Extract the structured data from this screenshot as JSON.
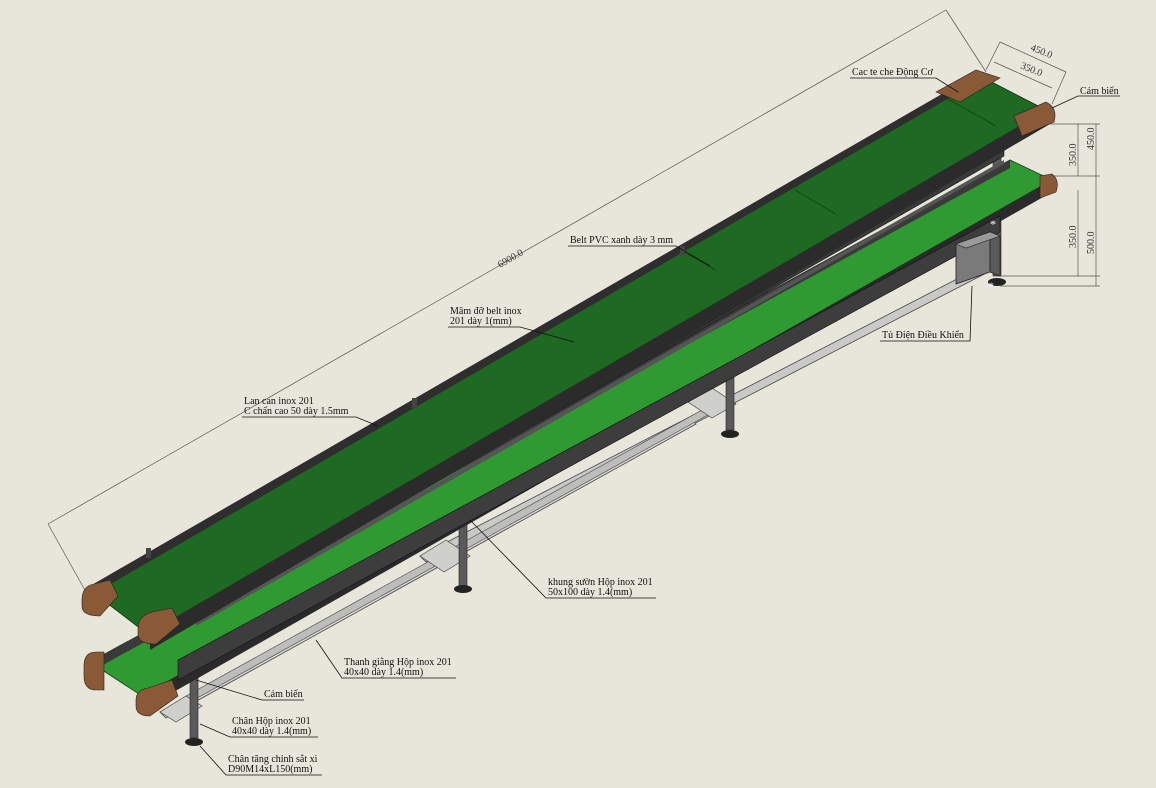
{
  "dimensions": {
    "length": "6900.0",
    "width_outer": "450.0",
    "width_inner": "350.0",
    "upper_tier": "450.0",
    "upper_gap": "350.0",
    "lower_gap": "350.0",
    "lower_height": "500.0"
  },
  "labels": {
    "motor_cover": "Cac te che Động Cơ",
    "sensor_top": "Cảm biến",
    "belt": "Belt PVC xanh dày 3 mm",
    "plate_line1": "Mâm đỡ belt inox",
    "plate_line2": "201 dày 1(mm)",
    "control_box": "Tủ Điện Điều Khiển",
    "rail_line1": "Lan can inox 201",
    "rail_line2": "C chấn cao 50 dày 1.5mm",
    "frame_line1": "khung sườn  Hộp inox 201",
    "frame_line2": "50x100 dày 1.4(mm)",
    "brace_line1": "Thanh giằng Hộp inox 201",
    "brace_line2": "40x40 dày 1.4(mm)",
    "sensor_bottom": "Cảm biến",
    "leg_line1": "Chân Hộp inox 201",
    "leg_line2": "40x40 dày 1.4(mm)",
    "foot_line1": "Chân tăng chỉnh sắt xi",
    "foot_line2": "D90M14xL150(mm)"
  },
  "colors": {
    "background": "#e8e6db",
    "belt": "#1f6a22",
    "belt_light": "#2f9a32",
    "frame": "#3a3a3a",
    "roller": "#8a5a36"
  }
}
